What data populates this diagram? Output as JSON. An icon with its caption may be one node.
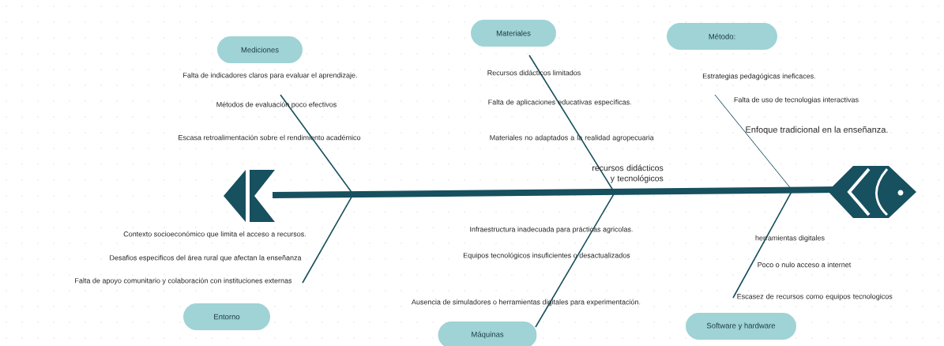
{
  "diagram": {
    "nodes": [
      {
        "text": [
          "Mediciones"
        ]
      },
      {
        "text": [
          "Materiales"
        ]
      },
      {
        "text": [
          "Método:"
        ]
      },
      {
        "text": [
          "Entorno"
        ]
      },
      {
        "text": [
          "Máquinas"
        ]
      },
      {
        "text": [
          "Software y hardware"
        ]
      }
    ],
    "labels": [
      "Falta de indicadores claros para evaluar el aprendizaje.",
      "Métodos de evaluación poco efectivos",
      "Escasa retroalimentación sobre el rendimiento académico",
      "Recursos didácticos limitados",
      "Falta de aplicaciones educativas específicas.",
      "Materiales no adaptados a la realidad agropecuaria",
      "recursos didácticos y tecnológicos",
      "Estrategias pedagógicas ineficaces.",
      "Falta de uso de tecnologias interactivas",
      "Enfoque tradicional en la enseñanza.",
      "Contexto socioeconómico que limita el acceso a recursos.",
      "Desafios especificos del área rural que afectan la enseñanza",
      "Falta de apoyo comunitario y colaboración con instituciones externas",
      "Infraestructura inadecuada para prácticas agricolas.",
      "Equipos tecnológicos insuficientes o desactualizados",
      "Ausencia de simuladores o herramientas digitales para experimentación.",
      "herramientas digitales",
      "Poco o nulo acceso a internet",
      "Escasez de recursos como equipos tecnologicos"
    ]
  }
}
